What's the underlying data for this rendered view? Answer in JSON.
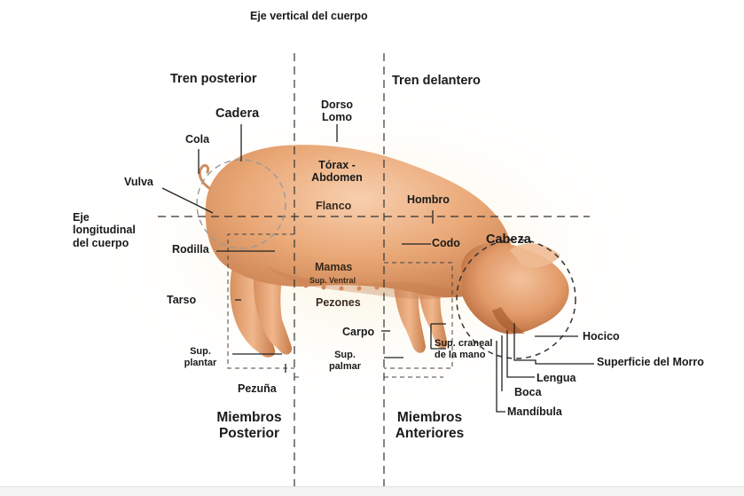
{
  "labels": {
    "eje_vertical": "Eje vertical del cuerpo",
    "tren_posterior": "Tren posterior",
    "tren_delantero": "Tren delantero",
    "cadera": "Cadera",
    "cola": "Cola",
    "vulva": "Vulva",
    "eje_longitudinal": "Eje longitudinal del cuerpo",
    "rodilla": "Rodilla",
    "tarso": "Tarso",
    "sup_plantar": "Sup. plantar",
    "pezuna": "Pezuña",
    "miembros_posterior": "Miembros Posterior",
    "dorso_lomo": "Dorso Lomo",
    "torax_abdomen": "Tórax - Abdomen",
    "flanco": "Flanco",
    "mamas": "Mamas",
    "sup_ventral": "Sup. Ventral",
    "pezones": "Pezones",
    "carpo": "Carpo",
    "sup_palmar": "Sup. palmar",
    "sup_craneal": "Sup. craneal de la mano",
    "miembros_anteriores": "Miembros Anteriores",
    "hombro": "Hombro",
    "codo": "Codo",
    "cabeza": "Cabeza",
    "hocico": "Hocico",
    "superficie_morro": "Superficie del Morro",
    "lengua": "Lengua",
    "boca": "Boca",
    "mandibula": "Mandíbula"
  },
  "colors": {
    "pig_body": "#e9a77a",
    "pig_shadow": "#c47a4e",
    "pig_highlight": "#f6d1b0",
    "lines": "#222222",
    "dashes": "#333333",
    "circle_dash": "#9a9a9a"
  }
}
